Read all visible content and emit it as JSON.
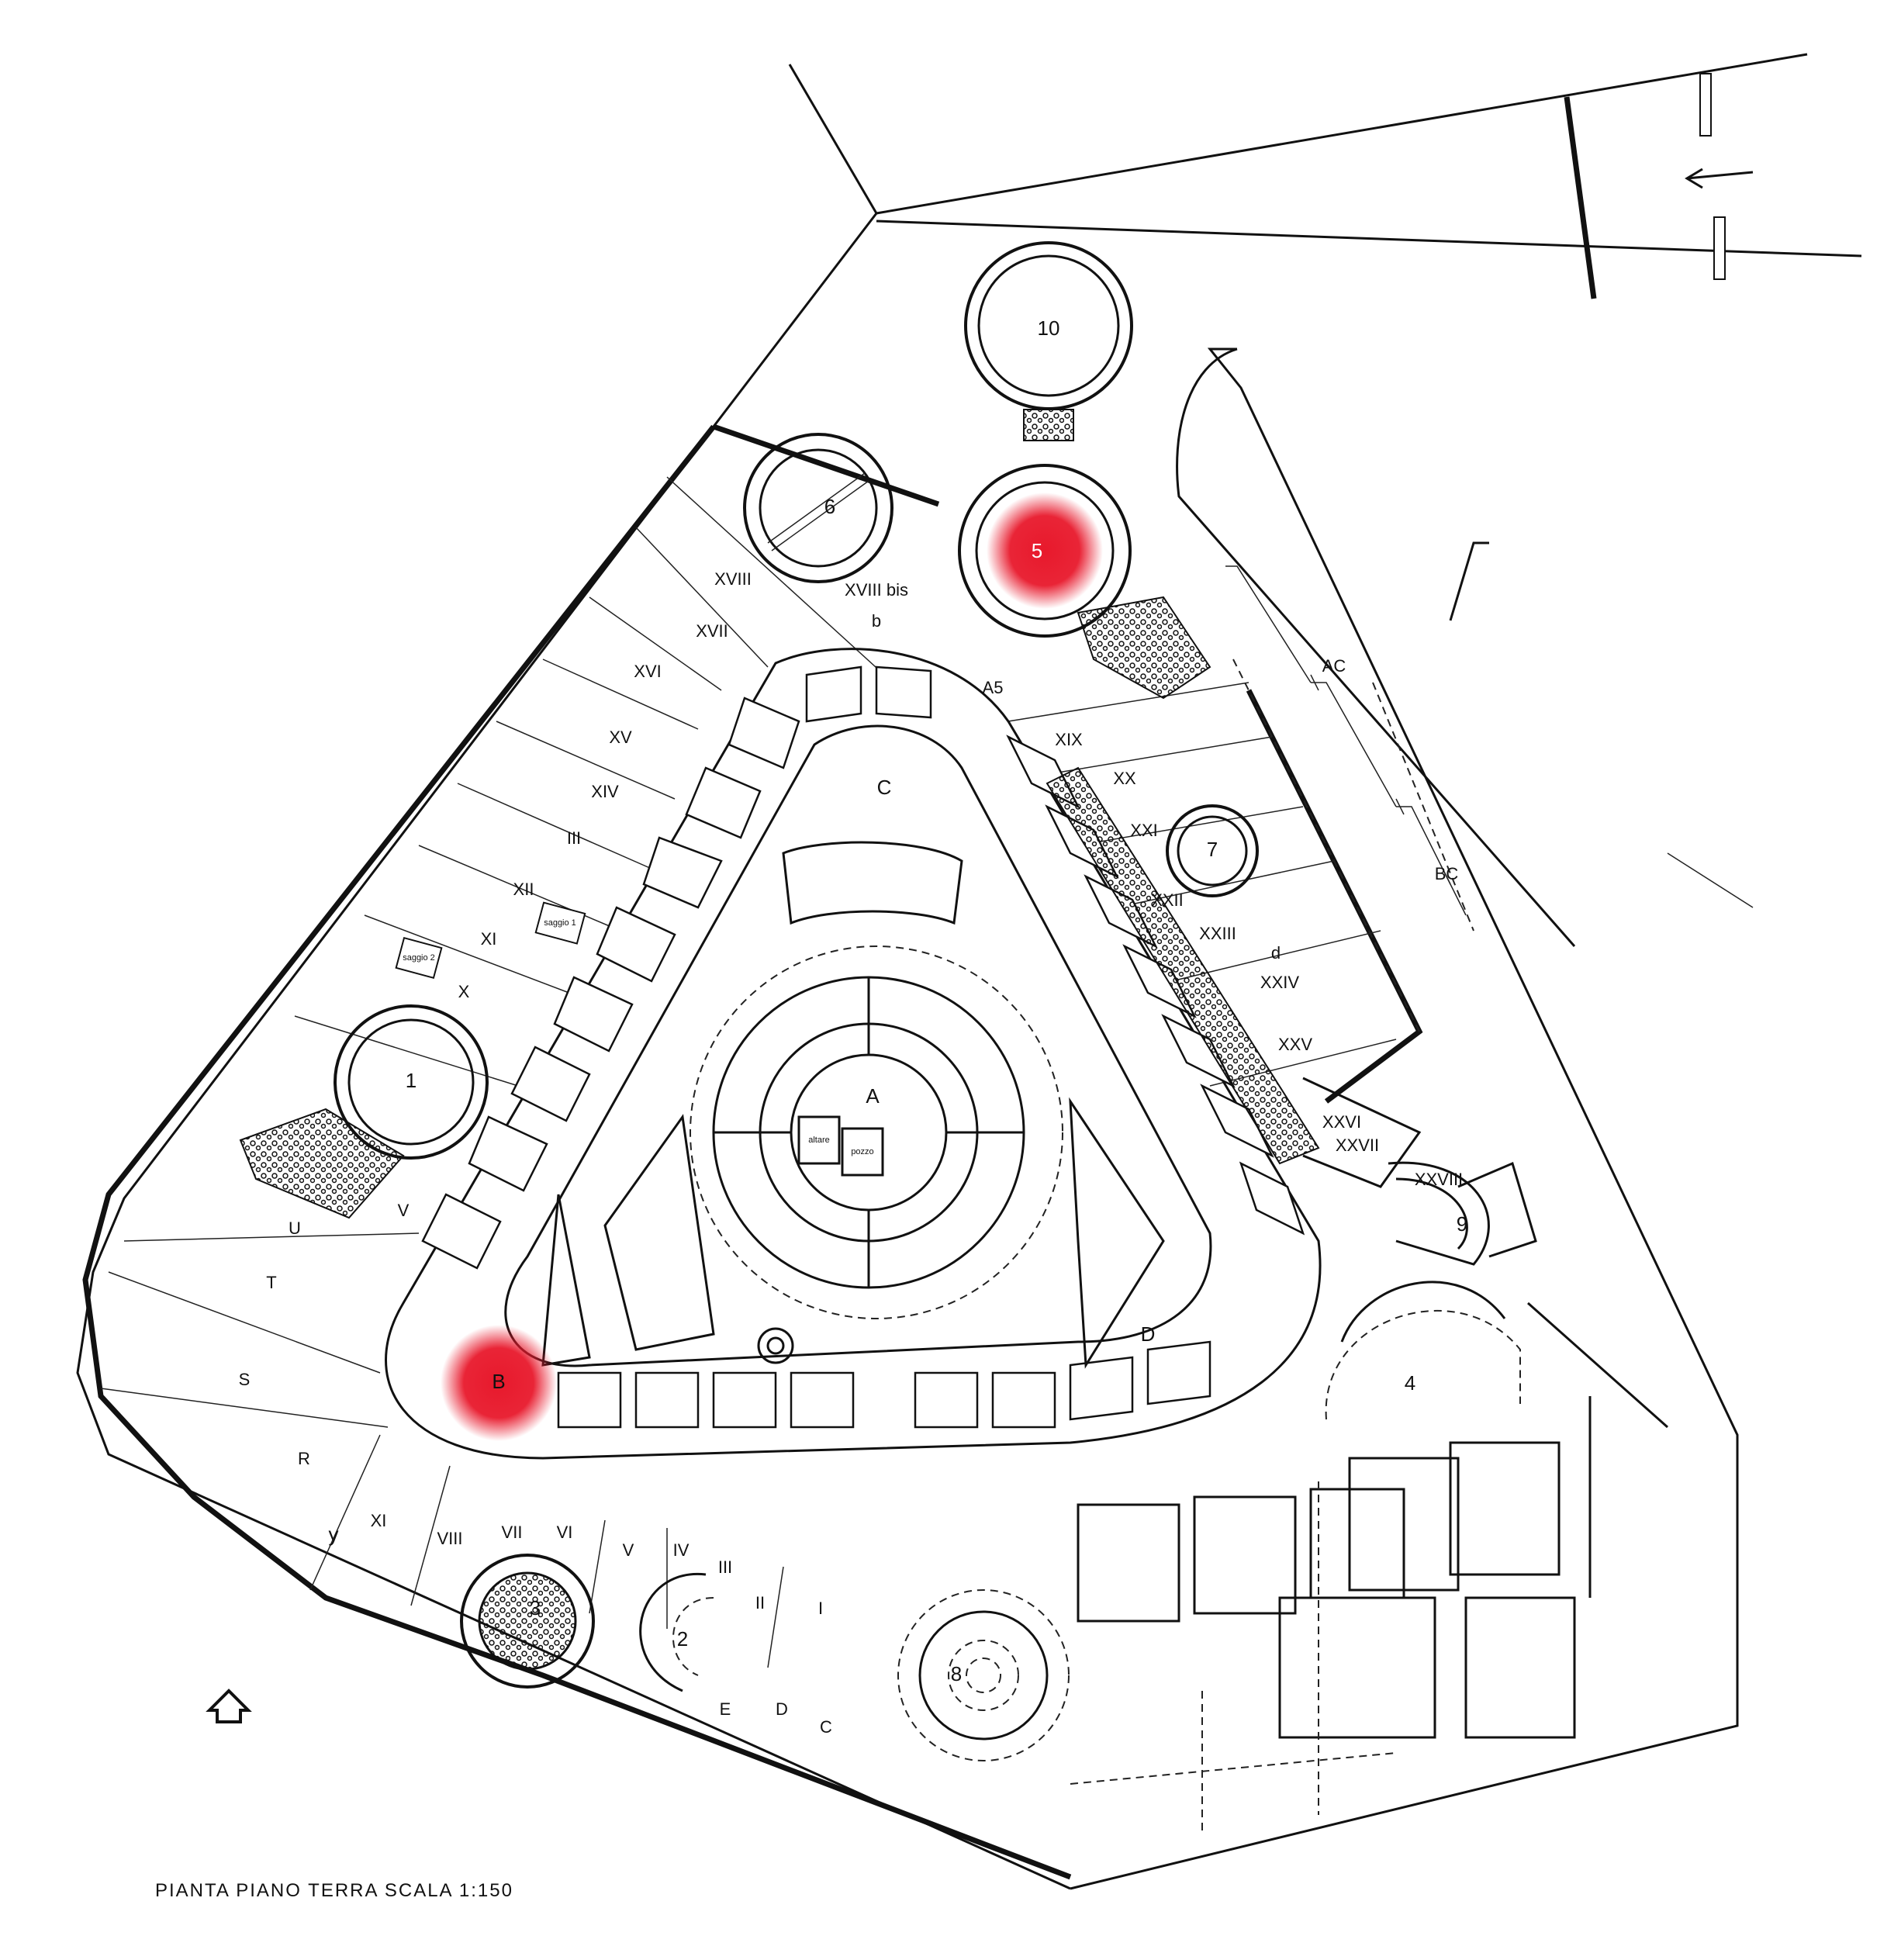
{
  "caption": "PIANTA  PIANO  TERRA   SCALA 1:150",
  "highlight_color": "#e8192c",
  "markers": [
    "5",
    "B"
  ],
  "labels": {
    "n10": "10",
    "n5": "5",
    "n6": "6",
    "n7": "7",
    "n1": "1",
    "n9": "9",
    "n4": "4",
    "n8": "8",
    "n3": "3",
    "n2": "2",
    "A": "A",
    "B": "B",
    "C": "C",
    "D": "D",
    "A5": "A5",
    "b": "b",
    "d": "d",
    "AC": "AC",
    "BC": "BC",
    "XVIII": "XVIII",
    "XVIIIbis": "XVIII bis",
    "XVII": "XVII",
    "XVI": "XVI",
    "XV": "XV",
    "XIV": "XIV",
    "XIII": "III",
    "XII": "XII",
    "XI": "XI",
    "X": "X",
    "U": "U",
    "V": "V",
    "T": "T",
    "S": "S",
    "R": "R",
    "XIX": "XIX",
    "XX": "XX",
    "XXI": "XXI",
    "XXII": "XXII",
    "XXIII": "XXIII",
    "XXIV": "XXIV",
    "XXV": "XXV",
    "XXVI": "XXVI",
    "XXVII": "XXVII",
    "XXVIII": "XXVIII",
    "bXI": "XI",
    "bVIII": "VIII",
    "bVII": "VII",
    "bVI": "VI",
    "bV": "V",
    "bIV": "IV",
    "bIII": "III",
    "bII": "II",
    "bI": "I",
    "bE": "E",
    "bD": "D",
    "bC": "C",
    "y": "y",
    "saggio2": "saggio 2",
    "saggio1": "saggio 1",
    "centerBox1": "altare",
    "centerBox2": "pozzo"
  },
  "icons": [
    "north-arrow-icon",
    "direction-arrow-icon"
  ]
}
